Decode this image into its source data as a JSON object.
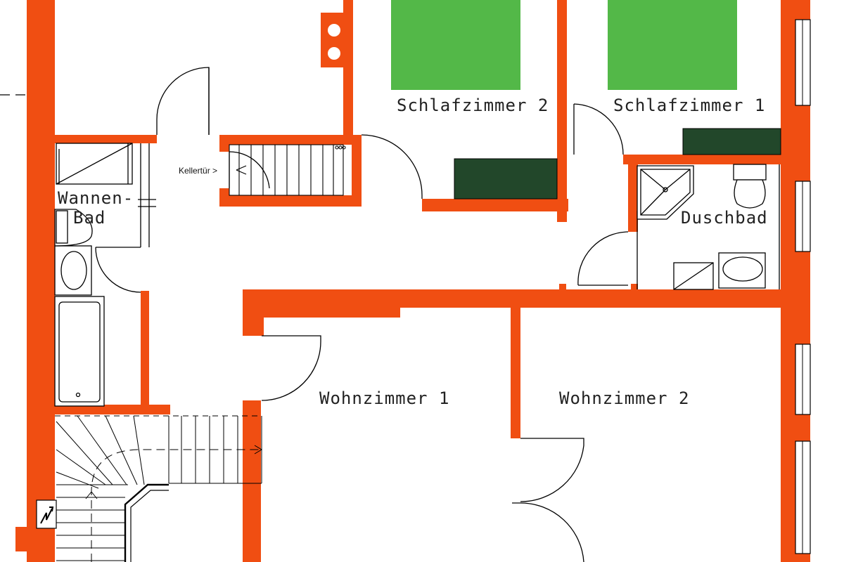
{
  "floor_plan": {
    "colors": {
      "wall": "#f04e12",
      "bed": "#53b848",
      "sideboard": "#22472a",
      "line": "#000000",
      "background": "#ffffff"
    },
    "rooms": [
      {
        "id": "schlafzimmer-2",
        "label": "Schlafzimmer 2"
      },
      {
        "id": "schlafzimmer-1",
        "label": "Schlafzimmer 1"
      },
      {
        "id": "wannenbad",
        "label_line1": "Wannen-",
        "label_line2": "Bad"
      },
      {
        "id": "duschbad",
        "label": "Duschbad"
      },
      {
        "id": "wohnzimmer-1",
        "label": "Wohnzimmer 1"
      },
      {
        "id": "wohnzimmer-2",
        "label": "Wohnzimmer 2"
      }
    ],
    "annotations": {
      "cellar_door": "Kellertür >"
    },
    "icons": [
      "bed-icon",
      "sideboard-icon",
      "stair-icon",
      "bathtub-icon",
      "washbasin-icon",
      "toilet-icon",
      "shower-icon",
      "door-swing-icon",
      "chimney-icon",
      "meter-icon",
      "window-icon"
    ]
  }
}
